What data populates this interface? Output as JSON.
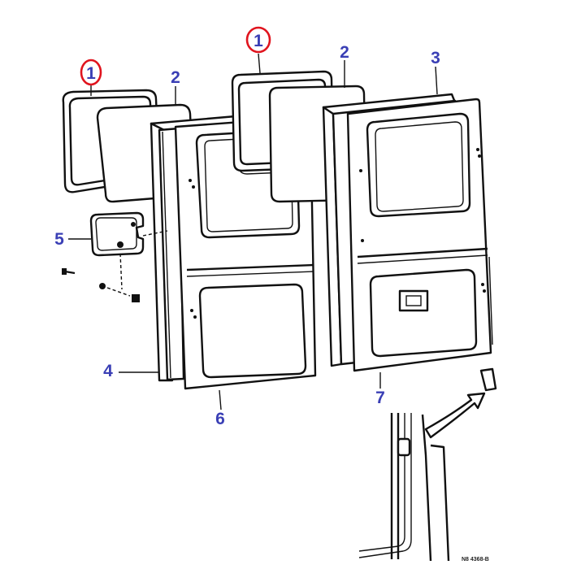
{
  "callouts": {
    "c1a": "1",
    "c1b": "1",
    "c2a": "2",
    "c2b": "2",
    "c3": "3",
    "c4": "4",
    "c5": "5",
    "c6": "6",
    "c7": "7"
  },
  "figure_id": "N8 4368-B",
  "colors": {
    "callout": "#3a3fb5",
    "highlight_circle": "#e0141e",
    "lines": "#111111"
  }
}
